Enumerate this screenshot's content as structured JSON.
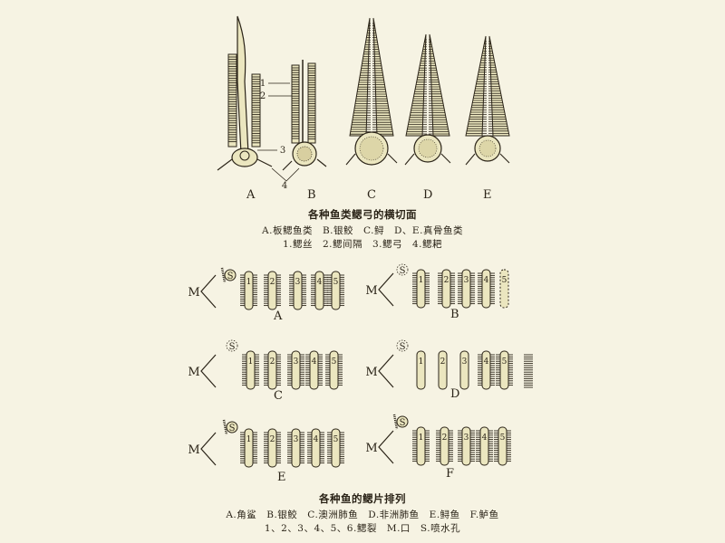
{
  "figure1": {
    "panel_labels": [
      "A",
      "B",
      "C",
      "D",
      "E"
    ],
    "callouts": [
      "1",
      "2",
      "3",
      "4"
    ],
    "title": "各种鱼类鳃弓的横切面",
    "legend_line1": "A.板鳃鱼类　B.银鲛　C.鲟　D、E.真骨鱼类",
    "legend_line2": "1.鳃丝　2.鳃间隔　3.鳃弓　4.鳃耙"
  },
  "figure2": {
    "panel_labels": [
      "A",
      "B",
      "C",
      "D",
      "E",
      "F"
    ],
    "mouth_label": "M",
    "spiracle_label": "S",
    "slit_numbers": [
      "1",
      "2",
      "3",
      "4",
      "5",
      "6"
    ],
    "title": "各种鱼的鳃片排列",
    "legend_line1": "A.角鲨　B.银鲛　C.澳洲肺鱼　D.非洲肺鱼　E.鲟鱼　F.鲈鱼",
    "legend_line2": "1、2、3、4、5、6.鳃裂　M.口　S.喷水孔"
  },
  "colors": {
    "background": "#f6f3e3",
    "ink": "#2b2418",
    "fill": "#ebe6bf"
  }
}
